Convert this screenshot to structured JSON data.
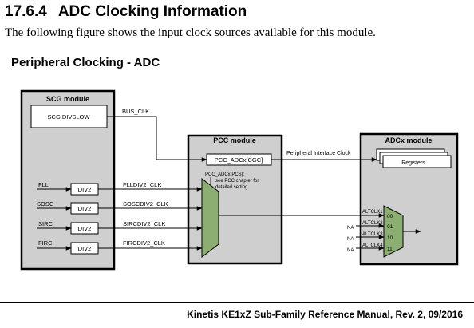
{
  "section": {
    "number": "17.6.4",
    "title": "ADC Clocking Information",
    "intro": "The following figure shows the input clock sources available for this module."
  },
  "figure": {
    "title": "Peripheral Clocking - ADC",
    "scg": {
      "title": "SCG module",
      "divslow": "SCG DIVSLOW",
      "bus_clk": "BUS_CLK",
      "sources": [
        {
          "input": "FLL",
          "div": "DIV2",
          "output": "FLLDIV2_CLK"
        },
        {
          "input": "SOSC",
          "div": "DIV2",
          "output": "SOSCDIV2_CLK"
        },
        {
          "input": "SIRC",
          "div": "DIV2",
          "output": "SIRCDIV2_CLK"
        },
        {
          "input": "FIRC",
          "div": "DIV2",
          "output": "FIRCDIV2_CLK"
        }
      ]
    },
    "pcc": {
      "title": "PCC module",
      "cgc": "PCC_ADCx[CGC]",
      "pcs_note": [
        "PCC_ADCx[PCS]:",
        "see PCC chapter for",
        "detailed setting"
      ],
      "peripheral_clock": "Peripheral Interface Clock"
    },
    "adc": {
      "title": "ADCx module",
      "registers": "Registers",
      "mux_inputs": [
        {
          "label": "ALTCLK1",
          "code": "00",
          "source": ""
        },
        {
          "label": "ALTCLK2",
          "code": "01",
          "source": "NA"
        },
        {
          "label": "ALTCLK3",
          "code": "10",
          "source": "NA"
        },
        {
          "label": "ALTCLK4",
          "code": "11",
          "source": "NA"
        }
      ]
    }
  },
  "colors": {
    "module_fill": "#cfcfcf",
    "mux_fill": "#8cae72",
    "box_fill": "#ffffff",
    "line": "#000000"
  },
  "footer": "Kinetis KE1xZ Sub-Family Reference Manual, Rev. 2, 09/2016"
}
